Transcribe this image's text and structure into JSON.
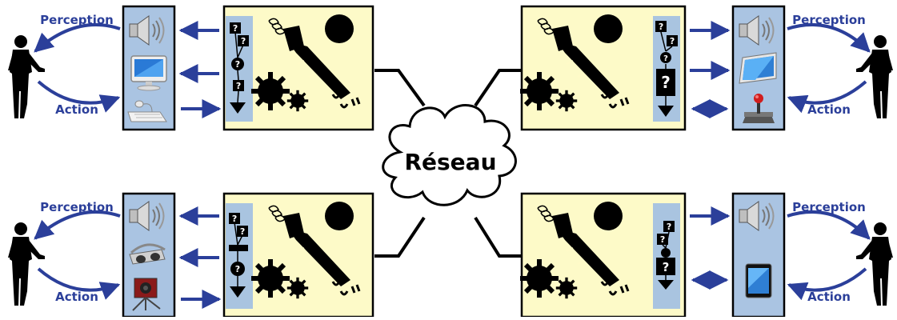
{
  "network": {
    "label": "Réseau"
  },
  "colors": {
    "arrow": "#2b3f9a",
    "device_panel": "#aac4e2",
    "app_panel": "#fdfac8",
    "app_sidebar": "#a9c4e0",
    "ink": "#000000"
  },
  "quadrants": [
    {
      "id": "top-left",
      "labels": {
        "perception": "Perception",
        "action": "Action"
      },
      "devices": [
        "speaker-icon",
        "monitor-icon",
        "keyboard-mouse-icon"
      ],
      "arrow_dirs": [
        "out",
        "out",
        "in"
      ]
    },
    {
      "id": "top-right",
      "labels": {
        "perception": "Perception",
        "action": "Action"
      },
      "devices": [
        "speaker-icon",
        "tablet-screen-icon",
        "joystick-icon"
      ],
      "arrow_dirs": [
        "out",
        "out",
        "both"
      ]
    },
    {
      "id": "bottom-left",
      "labels": {
        "perception": "Perception",
        "action": "Action"
      },
      "devices": [
        "speaker-icon",
        "vr-headset-icon",
        "camera-rig-icon"
      ],
      "arrow_dirs": [
        "out",
        "out",
        "in"
      ]
    },
    {
      "id": "bottom-right",
      "labels": {
        "perception": "Perception",
        "action": "Action"
      },
      "devices": [
        "speaker-icon",
        "ipad-icon"
      ],
      "arrow_dirs": [
        "out",
        "both"
      ]
    }
  ],
  "sidebar_glyph": "?"
}
